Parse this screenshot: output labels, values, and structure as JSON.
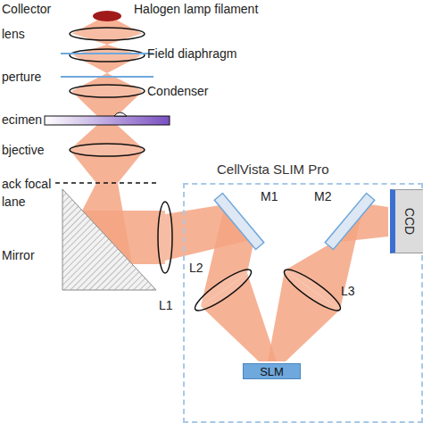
{
  "diagram": {
    "nodes": [
      {
        "text": [
          "CellVista SLIM Pro"
        ]
      },
      {
        "text": [
          "CCD"
        ],
        "in": 0
      },
      {
        "text": [
          "SLM"
        ],
        "in": 0
      }
    ],
    "labels": [
      "Collector",
      "lens",
      "Halogen lamp filament",
      "Field diaphragm",
      "perture",
      "Condenser",
      "ecimen",
      "bjective",
      "ack focal",
      "lane",
      "Mirror",
      "M1",
      "M2",
      "L1",
      "L2",
      "L3"
    ]
  }
}
